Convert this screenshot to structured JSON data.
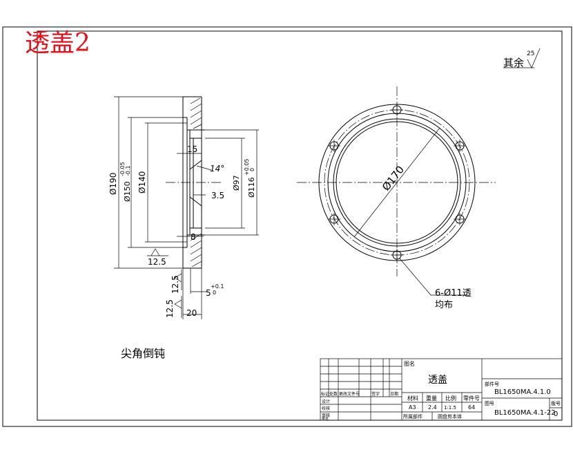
{
  "header": {
    "title": "透盖2",
    "title_color": "#e8101a",
    "roughness_note": "其余",
    "roughness_value": "25"
  },
  "side_view": {
    "dims": {
      "d190": "Ø190",
      "d150": "Ø150",
      "d150_tol_upper": "-0.05",
      "d150_tol_lower": "-0.1",
      "d140": "Ø140",
      "d97": "Ø97",
      "d116": "Ø116",
      "d116_tol_upper": "+0.05",
      "d116_tol_lower": "0",
      "w15": "15",
      "angle": "14°",
      "w35": "3.5",
      "w8": "8",
      "w5": "5",
      "w5_tol_upper": "+0.1",
      "w5_tol_lower": "0",
      "w20": "20"
    },
    "roughness": {
      "r1": "12.5",
      "r2": "12.5",
      "r3": "12.5"
    }
  },
  "front_view": {
    "diameter_label": "Ø170",
    "holes_note_line1": "6-Ø11透",
    "holes_note_line2": "均布"
  },
  "note": "尖角倒钝",
  "title_block": {
    "label_name": "图名",
    "part_name": "透盖",
    "label_part_no": "部件号",
    "part_no": "BL1650MA.4.1.0",
    "label_drawing_no": "图号",
    "drawing_no": "BL1650MA.4.1-22",
    "label_sheet": "版号",
    "sheet": "0",
    "col_material": "材料",
    "col_weight": "重量",
    "col_scale": "比例",
    "col_parts": "零件号",
    "material": "A3",
    "weight": "2.4",
    "scale": "1:1.5",
    "parts": "64",
    "label_owner": "所属部件",
    "owner_value": "圆盘剪本体",
    "rev_headers": [
      "标记",
      "处数",
      "更改文件号",
      "签字",
      "日期"
    ],
    "sign_rows": [
      "设计",
      "校核",
      "审核",
      "审定"
    ]
  }
}
